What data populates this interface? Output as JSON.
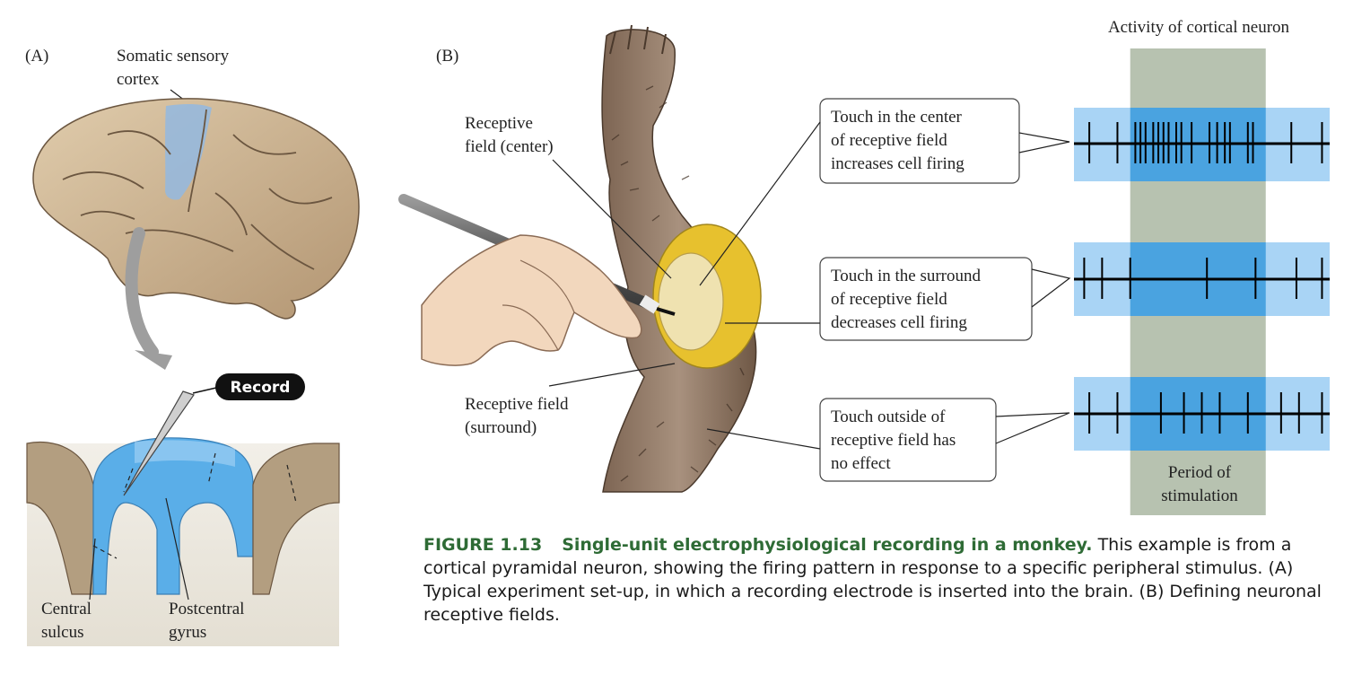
{
  "panel_a": {
    "label": "(A)",
    "cortex_label_line1": "Somatic sensory",
    "cortex_label_line2": "cortex",
    "record_label": "Record",
    "central_sulcus_line1": "Central",
    "central_sulcus_line2": "sulcus",
    "postcentral_line1": "Postcentral",
    "postcentral_line2": "gyrus"
  },
  "panel_b": {
    "label": "(B)",
    "rf_center_line1": "Receptive",
    "rf_center_line2": "field (center)",
    "rf_surround_line1": "Receptive field",
    "rf_surround_line2": "(surround)",
    "callouts": [
      {
        "line1": "Touch in the center",
        "line2": "of receptive field",
        "line3": "increases cell firing"
      },
      {
        "line1": "Touch in the surround",
        "line2": "of receptive field",
        "line3": "decreases cell firing"
      },
      {
        "line1": "Touch outside of",
        "line2": "receptive field has",
        "line3": "no effect"
      }
    ]
  },
  "activity": {
    "title": "Activity of cortical neuron",
    "stim_label_line1": "Period of",
    "stim_label_line2": "stimulation",
    "time_range": [
      0,
      100
    ],
    "stimulation_window": [
      22,
      75
    ],
    "traces": [
      {
        "condition": "center",
        "spikes": [
          6,
          17,
          24,
          26,
          28,
          31,
          33,
          35,
          37,
          40,
          42,
          46,
          53,
          56,
          59,
          61,
          68,
          70,
          85,
          97
        ]
      },
      {
        "condition": "surround",
        "spikes": [
          4,
          11,
          22,
          52,
          71,
          87,
          97
        ]
      },
      {
        "condition": "outside",
        "spikes": [
          6,
          17,
          34,
          43,
          50,
          57,
          68,
          81,
          88,
          97
        ]
      }
    ],
    "colors": {
      "light_blue": "#a9d4f5",
      "mid_blue": "#4aa3e0",
      "stim_gray": "#b7c2b0"
    }
  },
  "caption": {
    "figure_number": "FIGURE 1.13",
    "title": "Single-unit electrophysiological recording in a monkey.",
    "body": " This example is from a cortical pyramidal neuron, showing the firing pattern in response to a specific peripheral stimulus. (A) Typical experiment set-up, in which a recording electrode is inserted into the brain. (B) Defining neuronal receptive fields."
  }
}
